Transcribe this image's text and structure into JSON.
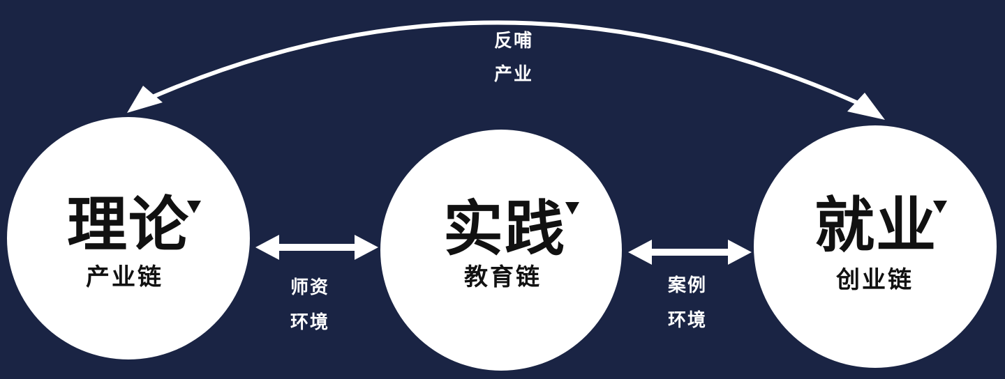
{
  "diagram": {
    "nodes": [
      {
        "title": "理论",
        "subtitle": "产业链"
      },
      {
        "title": "实践",
        "subtitle": "教育链"
      },
      {
        "title": "就业",
        "subtitle": "创业链"
      }
    ],
    "links": {
      "top_arc": [
        "反哺",
        "产业"
      ],
      "left_connector": [
        "师资",
        "环境"
      ],
      "right_connector": [
        "案例",
        "环境"
      ]
    }
  },
  "colors": {
    "background": "#1a2444",
    "circle": "#ffffff",
    "text_dark": "#111111",
    "text_light": "#ffffff",
    "arrow": "#ffffff"
  }
}
